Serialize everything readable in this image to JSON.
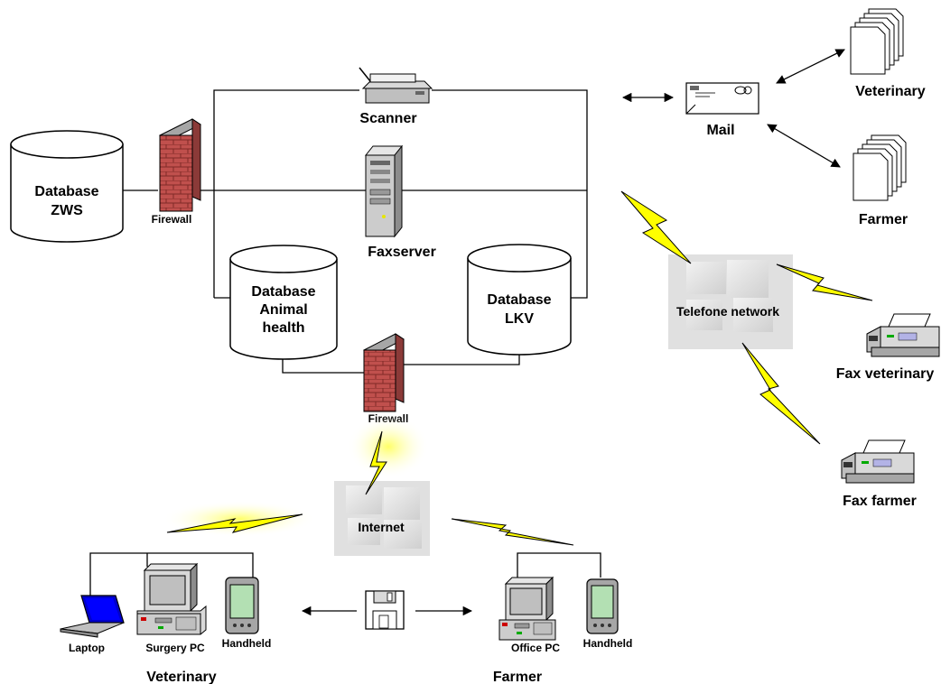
{
  "databases": {
    "zws": {
      "line1": "Database",
      "line2": "ZWS"
    },
    "animal_health": {
      "line1": "Database",
      "line2": "Animal",
      "line3": "health"
    },
    "lkv": {
      "line1": "Database",
      "line2": "LKV"
    }
  },
  "devices": {
    "firewall_top": "Firewall",
    "firewall_bottom": "Firewall",
    "scanner": "Scanner",
    "faxserver": "Faxserver",
    "mail": "Mail",
    "telefone_network": "Telefone network",
    "internet": "Internet",
    "fax_veterinary": "Fax veterinary",
    "fax_farmer": "Fax farmer",
    "laptop": "Laptop",
    "surgery_pc": "Surgery PC",
    "handheld_vet": "Handheld",
    "office_pc": "Office PC",
    "handheld_farmer": "Handheld"
  },
  "documents": {
    "veterinary": "Veterinary",
    "farmer": "Farmer"
  },
  "groups": {
    "veterinary": "Veterinary",
    "farmer": "Farmer"
  },
  "colors": {
    "firewall_brick": "#c0504d",
    "lightning": "#ffff00",
    "cloud": "#d9d9d9",
    "screen_blue": "#0000cc",
    "handheld_screen": "#b3e0b3"
  }
}
